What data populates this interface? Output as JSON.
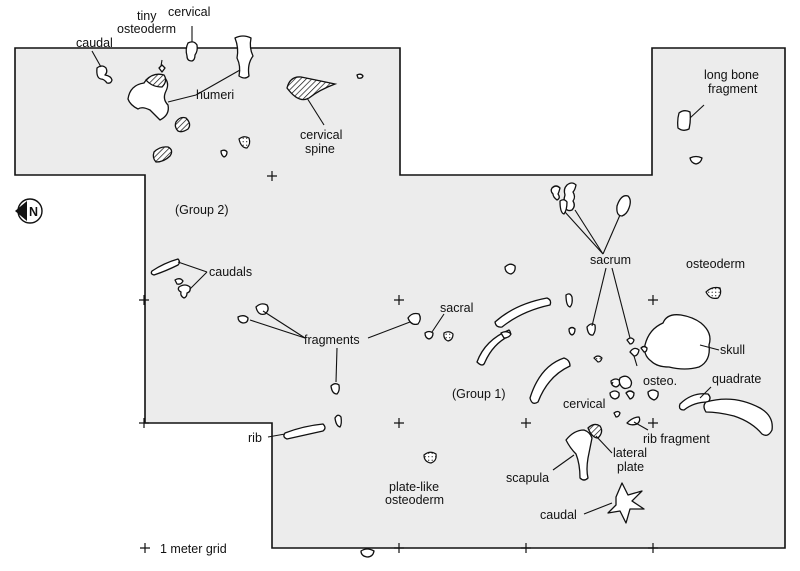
{
  "labels": {
    "caudal_top": "caudal",
    "tiny_osteoderm": "tiny\nosteoderm",
    "cervical_top": "cervical",
    "humeri": "humeri",
    "cervical_spine": "cervical\nspine",
    "long_bone_fragment": "long bone\nfragment",
    "group2": "(Group 2)",
    "caudals": "caudals",
    "sacrum": "sacrum",
    "osteoderm": "osteoderm",
    "sacral": "sacral",
    "fragments": "fragments",
    "skull": "skull",
    "group1": "(Group 1)",
    "osteo": "osteo.",
    "quadrate": "quadrate",
    "cervical_mid": "cervical",
    "rib": "rib",
    "rib_fragment": "rib fragment",
    "lateral_plate": "lateral\nplate",
    "scapula": "scapula",
    "plate_like_osteoderm": "plate-like\nosteoderm",
    "caudal_bottom": "caudal"
  },
  "legend": {
    "grid": "1 meter grid"
  },
  "compass": {
    "north": "N"
  },
  "colors": {
    "quarry_fill": "#ececec",
    "outline": "#111111"
  }
}
